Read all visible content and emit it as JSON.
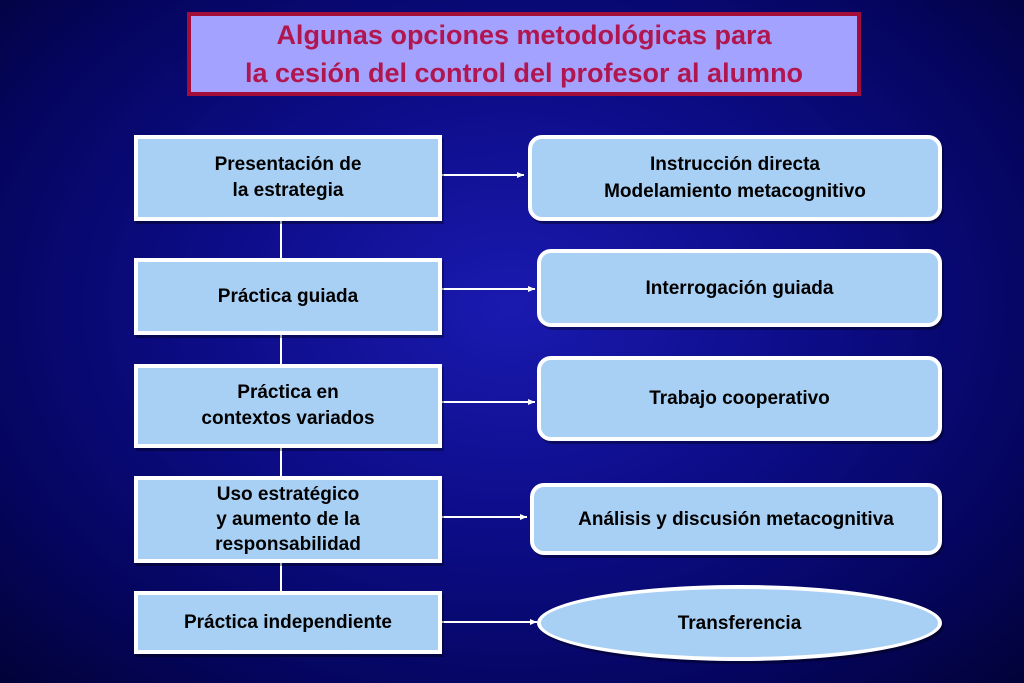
{
  "title": {
    "line1": "Algunas opciones metodológicas para",
    "line2": "la cesión del control del profesor al alumno"
  },
  "steps": [
    {
      "line1": "Presentación de",
      "line2": "la estrategia",
      "line3": ""
    },
    {
      "line1": "Práctica guiada",
      "line2": "",
      "line3": ""
    },
    {
      "line1": "Práctica en",
      "line2": "contextos variados",
      "line3": ""
    },
    {
      "line1": "Uso estratégico",
      "line2": "y aumento de la",
      "line3": "responsabilidad"
    },
    {
      "line1": "Práctica independiente",
      "line2": "",
      "line3": ""
    }
  ],
  "options": [
    {
      "line1": "Instrucción directa",
      "line2": "Modelamiento metacognitivo"
    },
    {
      "line1": "Interrogación guiada",
      "line2": ""
    },
    {
      "line1": "Trabajo cooperativo",
      "line2": ""
    },
    {
      "line1": "Análisis y discusión metacognitiva",
      "line2": ""
    },
    {
      "line1": "Transferencia",
      "line2": ""
    }
  ],
  "colors": {
    "title_text": "#b2164f",
    "title_border": "#a30d3a",
    "title_fill": "#a3a3ff",
    "box_fill": "#a8d0f5",
    "box_border": "#ffffff",
    "background": "#0d0d8a"
  }
}
